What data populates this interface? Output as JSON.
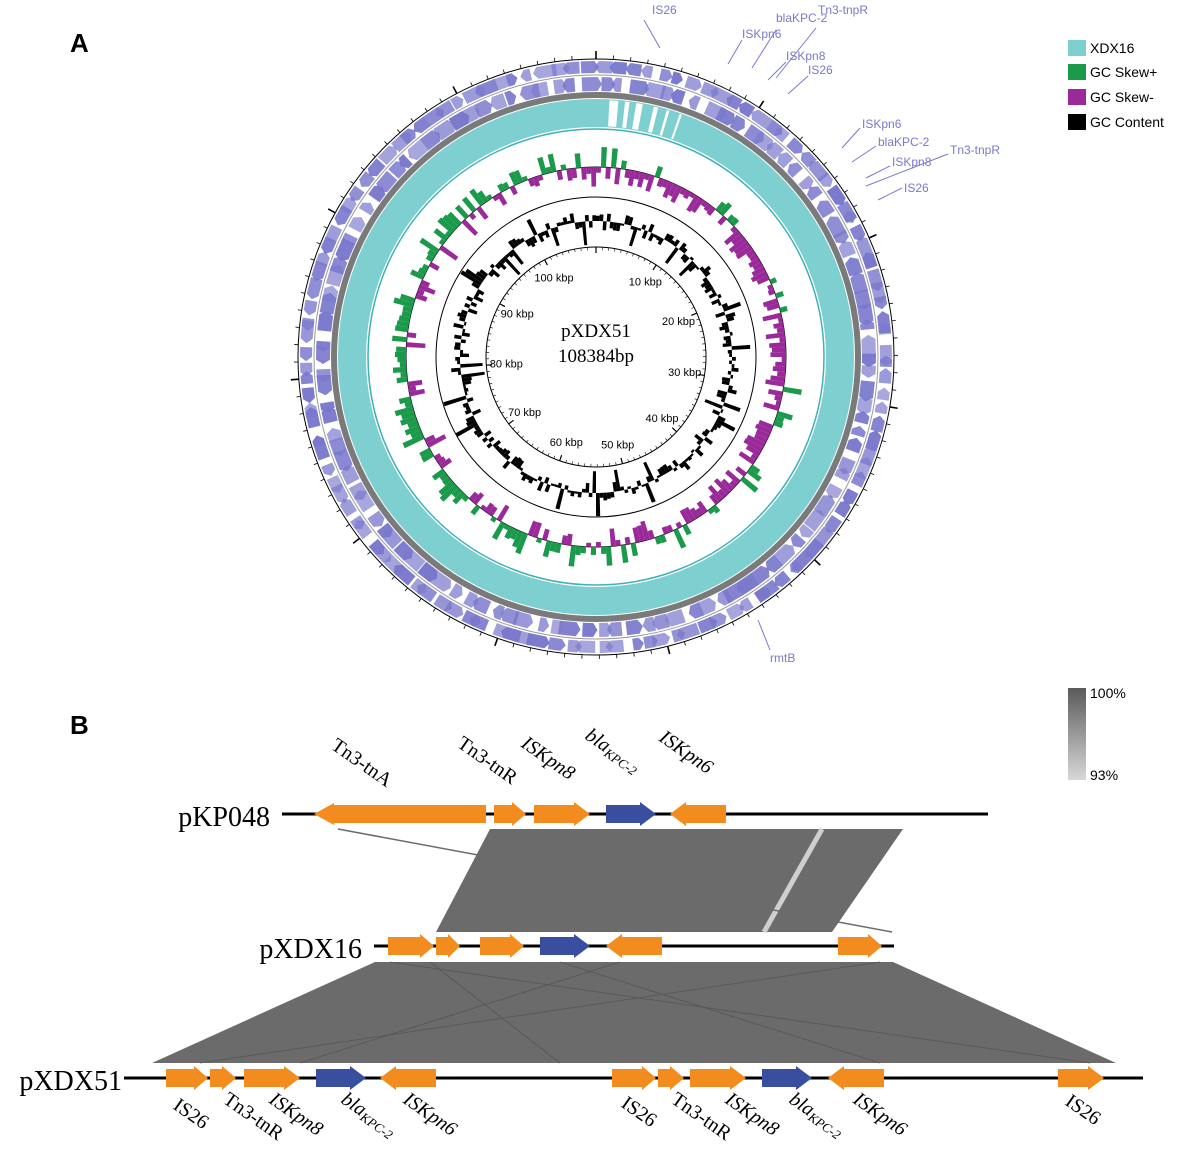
{
  "panel_a": {
    "letter": "A",
    "center_name": "pXDX51",
    "center_size": "108384bp",
    "kbp_labels": [
      "10 kbp",
      "20 kbp",
      "30 kbp",
      "40 kbp",
      "50 kbp",
      "60 kbp",
      "70 kbp",
      "80 kbp",
      "90 kbp",
      "100 kbp"
    ],
    "legend": [
      {
        "label": "XDX16",
        "color": "#7ecfd0"
      },
      {
        "label": "GC Skew+",
        "color": "#1a9a4a"
      },
      {
        "label": "GC Skew-",
        "color": "#9a2a9a"
      },
      {
        "label": "GC Content",
        "color": "#000000"
      }
    ],
    "gene_labels_top": [
      "IS26",
      "ISKpn6",
      "blaKPC-2",
      "Tn3-tnpR",
      "ISKpn8",
      "IS26"
    ],
    "gene_labels_right": [
      "ISKpn6",
      "blaKPC-2",
      "Tn3-tnpR",
      "ISKpn8",
      "IS26"
    ],
    "gene_label_bottom": "rmtB",
    "colors": {
      "feature": "#7a78cc",
      "label": "#7a78cc",
      "xdx16": "#7ecfd0",
      "skew_pos": "#1a9a4a",
      "skew_neg": "#9a2a9a"
    }
  },
  "panel_b": {
    "letter": "B",
    "scale_high": "100%",
    "scale_low": "93%",
    "colors": {
      "is_element": "#f28c1e",
      "bla": "#3a4ea0",
      "link": "#6b6b6b"
    },
    "plasmids": [
      {
        "name": "pKP048",
        "top_labels": [
          {
            "pre": "Tn3-tnA",
            "sub": ""
          },
          {
            "pre": "Tn3-tnR",
            "sub": ""
          },
          {
            "pre": "ISKpn8",
            "sub": ""
          },
          {
            "pre": "bla",
            "sub": "KPC-2"
          },
          {
            "pre": "ISKpn6",
            "sub": ""
          }
        ]
      },
      {
        "name": "pXDX16"
      },
      {
        "name": "pXDX51",
        "bottom_labels": [
          {
            "pre": "IS26",
            "sub": ""
          },
          {
            "pre": "Tn3-tnR",
            "sub": ""
          },
          {
            "pre": "ISKpn8",
            "sub": ""
          },
          {
            "pre": "bla",
            "sub": "KPC-2"
          },
          {
            "pre": "ISKpn6",
            "sub": ""
          },
          {
            "pre": "IS26",
            "sub": ""
          },
          {
            "pre": "Tn3-tnR",
            "sub": ""
          },
          {
            "pre": "ISKpn8",
            "sub": ""
          },
          {
            "pre": "bla",
            "sub": "KPC-2"
          },
          {
            "pre": "ISKpn6",
            "sub": ""
          },
          {
            "pre": "IS26",
            "sub": ""
          }
        ]
      }
    ]
  }
}
